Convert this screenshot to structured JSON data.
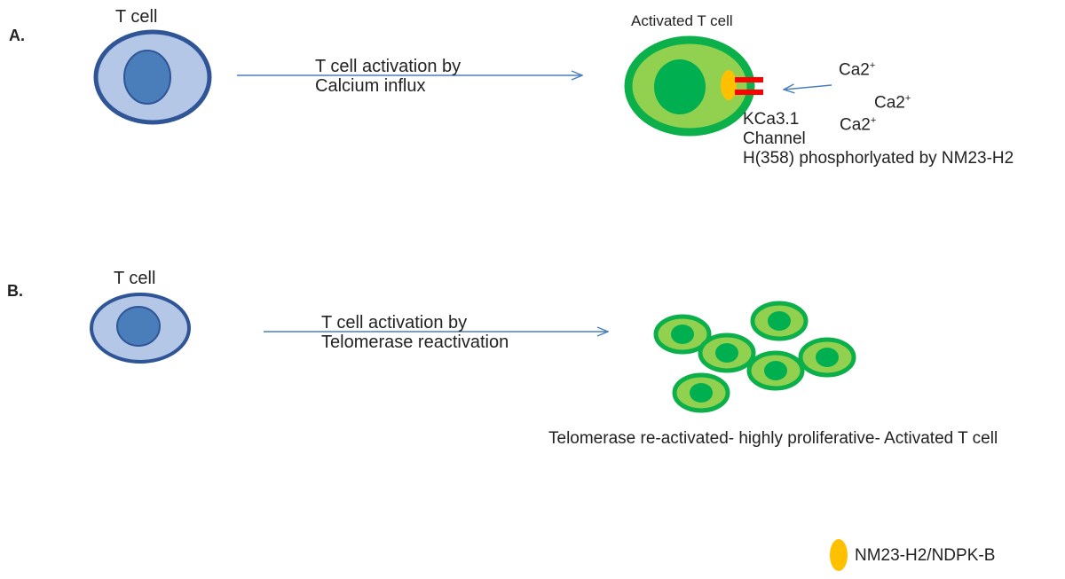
{
  "panel_a": {
    "label": "A.",
    "t_cell_label": "T cell",
    "arrow_text_line1": "T cell activation by",
    "arrow_text_line2": "Calcium influx",
    "activated_label": "Activated T cell",
    "calcium_ions": [
      "Ca2",
      "Ca2",
      "Ca2"
    ],
    "calcium_charge": "+",
    "channel_line1": "KCa3.1",
    "channel_line2": "Channel",
    "channel_line3": "H(358) phosphorlyated by NM23-H2"
  },
  "panel_b": {
    "label": "B.",
    "t_cell_label": "T cell",
    "arrow_text_line1": "T cell activation by",
    "arrow_text_line2": "Telomerase reactivation",
    "result_label": "Telomerase re-activated- highly proliferative- Activated T cell"
  },
  "legend": {
    "label": "NM23-H2/NDPK-B"
  },
  "colors": {
    "resting_outer": "#2f5597",
    "resting_cytoplasm": "#b4c7e7",
    "resting_nucleus": "#4a7ebb",
    "activated_outer": "#0cb04a",
    "activated_cytoplasm": "#92d050",
    "activated_nucleus": "#00b050",
    "nm23_marker": "#ffc000",
    "channel": "#ff0000",
    "arrow": "#4a7ebb"
  }
}
